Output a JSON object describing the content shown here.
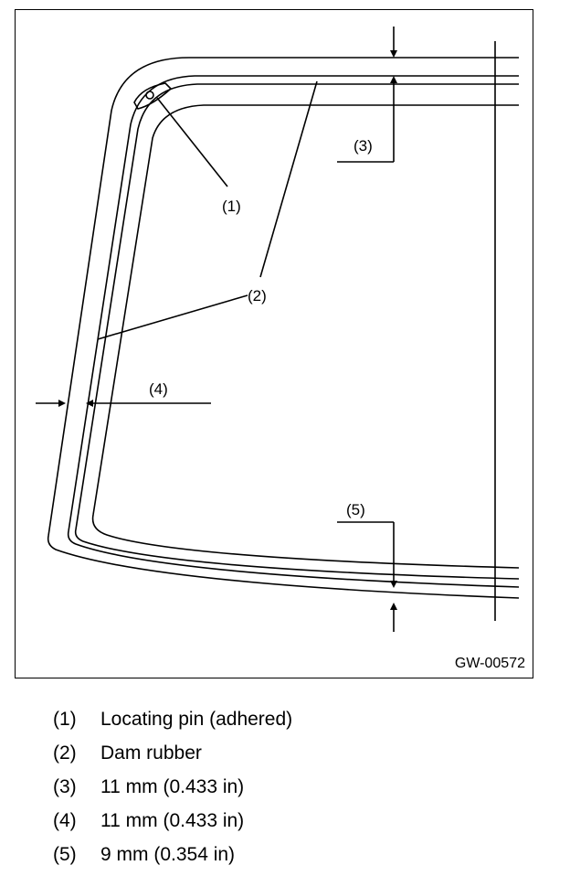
{
  "figure": {
    "code": "GW-00572",
    "callouts": {
      "c1": "(1)",
      "c2": "(2)",
      "c3": "(3)",
      "c4": "(4)",
      "c5": "(5)"
    }
  },
  "legend": [
    {
      "num": "(1)",
      "text": "Locating pin (adhered)"
    },
    {
      "num": "(2)",
      "text": "Dam rubber"
    },
    {
      "num": "(3)",
      "text": "11 mm (0.433 in)"
    },
    {
      "num": "(4)",
      "text": "11 mm (0.433 in)"
    },
    {
      "num": "(5)",
      "text": "9 mm (0.354 in)"
    }
  ]
}
